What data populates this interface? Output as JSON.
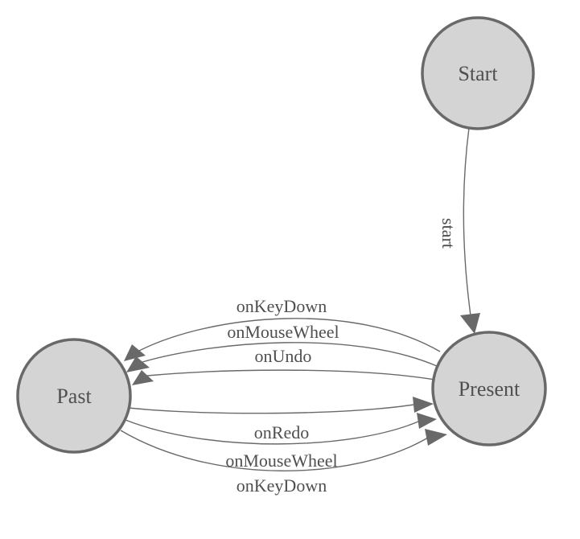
{
  "diagram": {
    "type": "state-machine",
    "nodes": [
      {
        "id": "start",
        "label": "Start"
      },
      {
        "id": "past",
        "label": "Past"
      },
      {
        "id": "present",
        "label": "Present"
      }
    ],
    "edges": [
      {
        "from": "start",
        "to": "present",
        "label": "start"
      },
      {
        "from": "present",
        "to": "past",
        "label": "onKeyDown"
      },
      {
        "from": "present",
        "to": "past",
        "label": "onMouseWheel"
      },
      {
        "from": "present",
        "to": "past",
        "label": "onUndo"
      },
      {
        "from": "past",
        "to": "present",
        "label": "onRedo"
      },
      {
        "from": "past",
        "to": "present",
        "label": "onMouseWheel"
      },
      {
        "from": "past",
        "to": "present",
        "label": "onKeyDown"
      }
    ],
    "colors": {
      "node_fill": "#d4d4d4",
      "node_stroke": "#696969",
      "edge_stroke": "#696969",
      "arrow_fill": "#696969",
      "label_text": "#4f4f4f",
      "background": "#ffffff"
    }
  }
}
